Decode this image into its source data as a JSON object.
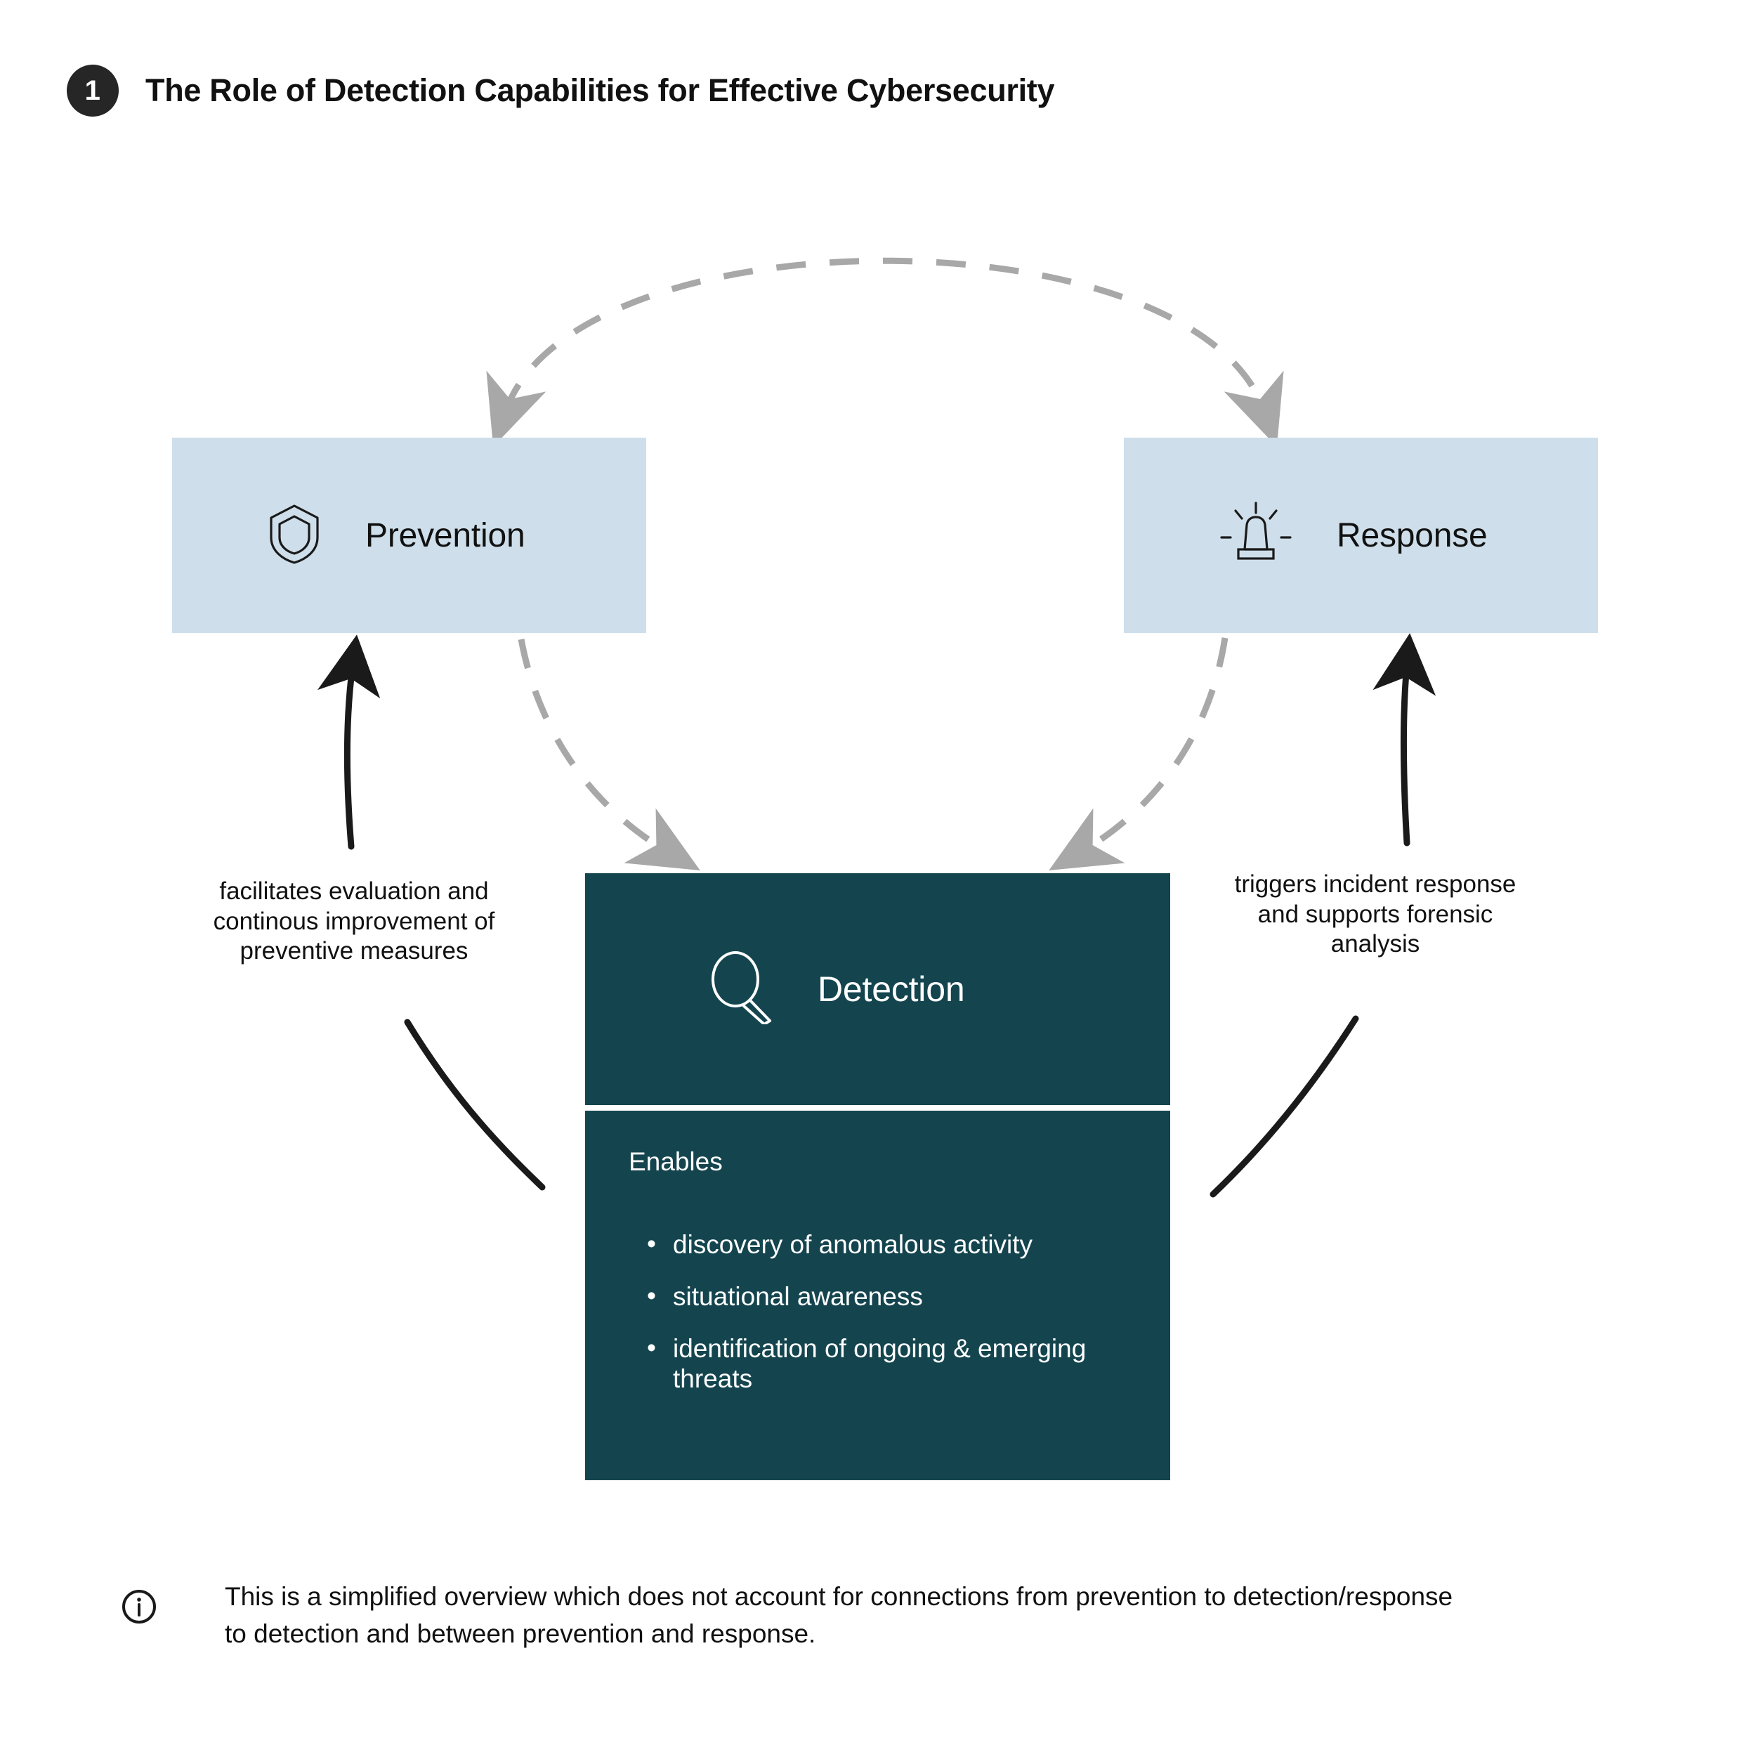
{
  "header": {
    "badge_number": "1",
    "title": "The Role of Detection Capabilities for Effective Cybersecurity"
  },
  "nodes": {
    "prevention": {
      "label": "Prevention",
      "icon": "shield-icon",
      "fill": "#cedfeb"
    },
    "response": {
      "label": "Response",
      "icon": "siren-icon",
      "fill": "#cedfeb"
    },
    "detection": {
      "label": "Detection",
      "icon": "magnifier-icon",
      "fill": "#14454f",
      "enables_title": "Enables",
      "enables": [
        "discovery of anomalous activity",
        "situational awareness",
        "identification of ongoing & emerging threats"
      ]
    }
  },
  "annotations": {
    "left": "facilitates evaluation and continous improvement of preventive measures",
    "right": "triggers incident response and supports forensic analysis"
  },
  "footnote": {
    "icon": "info-circle-icon",
    "text": "This is a simplified overview which does not account for connections from prevention to detection/response to detection and between prevention and response."
  },
  "colors": {
    "box_light": "#cedfeb",
    "box_dark": "#14454f",
    "badge": "#262626",
    "dashed_arrow": "#a8a8a8",
    "solid_arrow": "#1a1a1a",
    "background": "#ffffff"
  }
}
